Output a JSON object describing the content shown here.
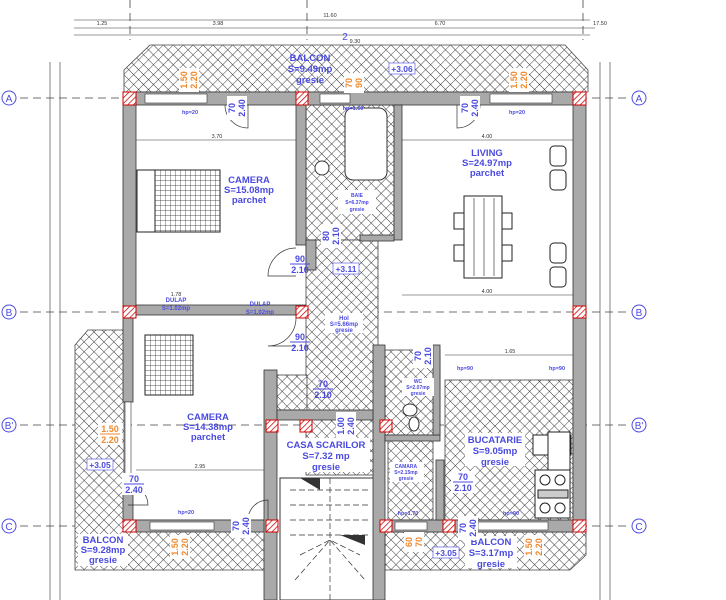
{
  "top_dims": {
    "total": "11.60",
    "d1": "1.25",
    "d2": "3.98",
    "d3": "6.70",
    "d4": "17.50",
    "inner": "9.30",
    "section_mark": "2"
  },
  "axes": {
    "a": "A",
    "b": "B",
    "b_prime": "B'",
    "c": "C"
  },
  "rooms": {
    "balcon_top": {
      "name": "BALCON",
      "area": "S=9.49mp",
      "finish": "gresie"
    },
    "camera1": {
      "name": "CAMERA",
      "area": "S=15.08mp",
      "finish": "parchet"
    },
    "baie": {
      "name": "BAIE",
      "area": "S=6.37mp",
      "finish": "gresie"
    },
    "living": {
      "name": "LIVING",
      "area": "S=24.97mp",
      "finish": "parchet"
    },
    "dulap1": {
      "name": "DULAP",
      "area": "S=1.02mp"
    },
    "dulap2": {
      "name": "DULAP",
      "area": "S=1.02mp"
    },
    "hol": {
      "name": "Hol",
      "area": "S=5.66mp",
      "finish": "gresie"
    },
    "camera2": {
      "name": "CAMERA",
      "area": "S=14.38mp",
      "finish": "parchet"
    },
    "casa_scarilor": {
      "name": "CASA  SCARILOR",
      "area": "S=7.32 mp",
      "finish": "gresie"
    },
    "wc": {
      "name": "WC",
      "area": "S=2.07mp",
      "finish": "gresie"
    },
    "camara": {
      "name": "CAMARA",
      "area": "S=2.15mp",
      "finish": "gresie"
    },
    "bucatarie": {
      "name": "BUCATARIE",
      "area": "S=9.05mp",
      "finish": "gresie"
    },
    "balcon_left": {
      "name": "BALCON",
      "area": "S=9.28mp",
      "finish": "gresie"
    },
    "balcon_br": {
      "name": "BALCON",
      "area": "S=3.17mp",
      "finish": "gresie"
    }
  },
  "doors": [
    {
      "w": "70",
      "h": "2.40"
    },
    {
      "w": "70",
      "h": "2.40"
    },
    {
      "w": "80",
      "h": "2.10"
    },
    {
      "w": "90",
      "h": "2.10"
    },
    {
      "w": "90",
      "h": "2.10"
    },
    {
      "w": "70",
      "h": "2.10"
    },
    {
      "w": "70",
      "h": "2.10"
    },
    {
      "w": "1.00",
      "h": "2.40"
    },
    {
      "w": "70",
      "h": "2.40"
    },
    {
      "w": "70",
      "h": "2.10"
    },
    {
      "w": "70",
      "h": "2.40"
    },
    {
      "w": "70",
      "h": "2.40"
    }
  ],
  "windows": [
    {
      "w": "1.50",
      "h": "2.20"
    },
    {
      "w": "70",
      "h": "90"
    },
    {
      "w": "1.50",
      "h": "2.20"
    },
    {
      "w": "1.50",
      "h": "2.20"
    },
    {
      "w": "1.50",
      "h": "2.20"
    },
    {
      "w": "60",
      "h": "70"
    },
    {
      "w": "1.50",
      "h": "2.20"
    }
  ],
  "elevations": [
    "+3.06",
    "+3.11",
    "+3.05",
    "+3.05"
  ],
  "sill_heights": [
    "hp=20",
    "hp=20",
    "hp=1.60",
    "hp=90",
    "hp=90",
    "hp=20",
    "hp=1.70",
    "hp=90"
  ],
  "inner_dims": {
    "d370": "3.70",
    "d400": "4.00",
    "d178": "1.78",
    "d295": "2.95",
    "d165": "1.65"
  },
  "colors": {
    "text_blue": "#4a4ae0",
    "window_orange": "#f08a30",
    "wall": "#a9a9a9",
    "column": "#c00000"
  }
}
